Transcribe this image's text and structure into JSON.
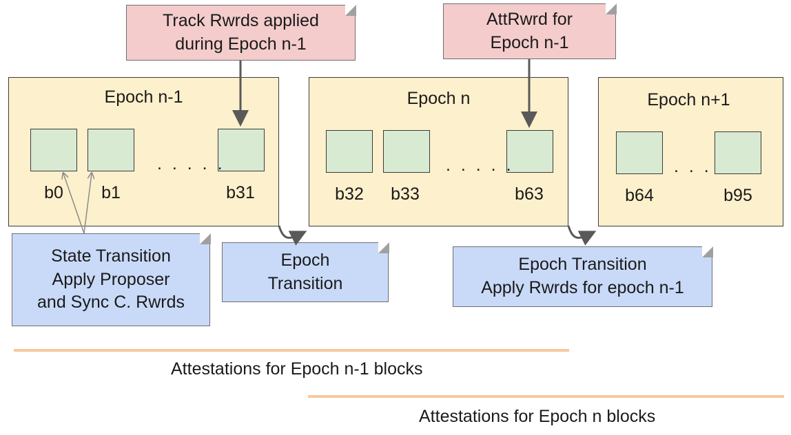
{
  "epochs": [
    {
      "title": "Epoch n-1",
      "blocks": [
        "b0",
        "b1",
        "b31"
      ]
    },
    {
      "title": "Epoch n",
      "blocks": [
        "b32",
        "b33",
        "b63"
      ]
    },
    {
      "title": "Epoch n+1",
      "blocks": [
        "b64",
        "b95"
      ]
    }
  ],
  "ellipsis": {
    "long": ". . . . .",
    "short": ". . ."
  },
  "notes": {
    "track_rewards": [
      "Track Rwrds applied",
      "during Epoch n-1"
    ],
    "att_reward": [
      "AttRwrd for",
      "Epoch n-1"
    ],
    "state_transition": [
      "State Transition",
      "Apply Proposer",
      "and Sync C. Rwrds"
    ],
    "epoch_transition_1": [
      "Epoch",
      "Transition"
    ],
    "epoch_transition_2": [
      "Epoch Transition",
      "Apply Rwrds for epoch n-1"
    ]
  },
  "attestations": {
    "prev_epoch": "Attestations for Epoch n-1 blocks",
    "curr_epoch": "Attestations for Epoch n blocks"
  },
  "colors": {
    "epoch_fill": "#fdf0cc",
    "block_fill": "#d9ead3",
    "note_pink": "#f4cccc",
    "note_blue": "#c9daf8",
    "attestation_bar": "#f7c99b",
    "arrow": "#595959"
  }
}
